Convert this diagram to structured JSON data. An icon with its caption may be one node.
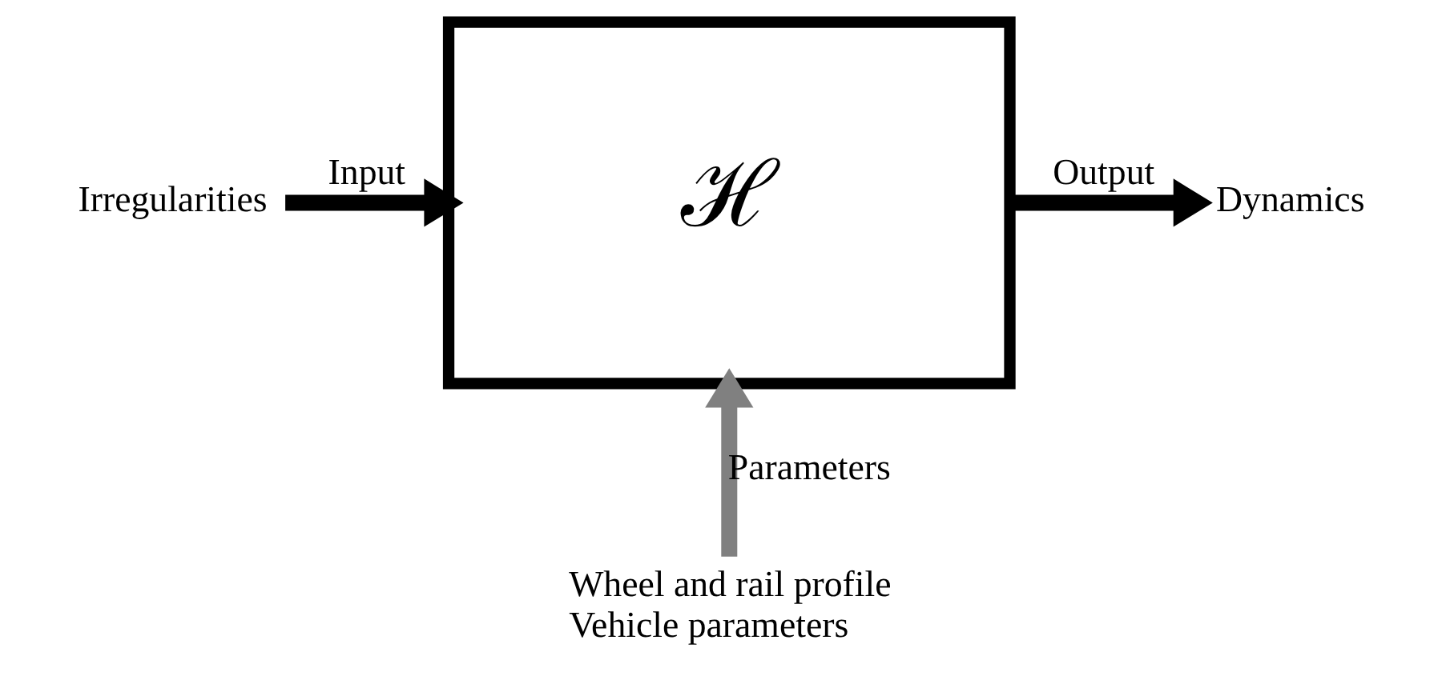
{
  "diagram": {
    "nodes": [
      {
        "text": [
          "Irregularities"
        ]
      },
      {
        "text": [
          "ℋ"
        ]
      },
      {
        "text": [
          "Dynamics"
        ]
      },
      {
        "text": [
          "Wheel and rail profile",
          "Vehicle parameters"
        ]
      }
    ],
    "edges": [
      {
        "from": 0,
        "to": 1,
        "arrow": "to",
        "label": "Input"
      },
      {
        "from": 1,
        "to": 2,
        "arrow": "to",
        "label": "Output"
      },
      {
        "from": 3,
        "to": 1,
        "arrow": "to",
        "label": "Parameters",
        "color": "#808080"
      }
    ]
  }
}
